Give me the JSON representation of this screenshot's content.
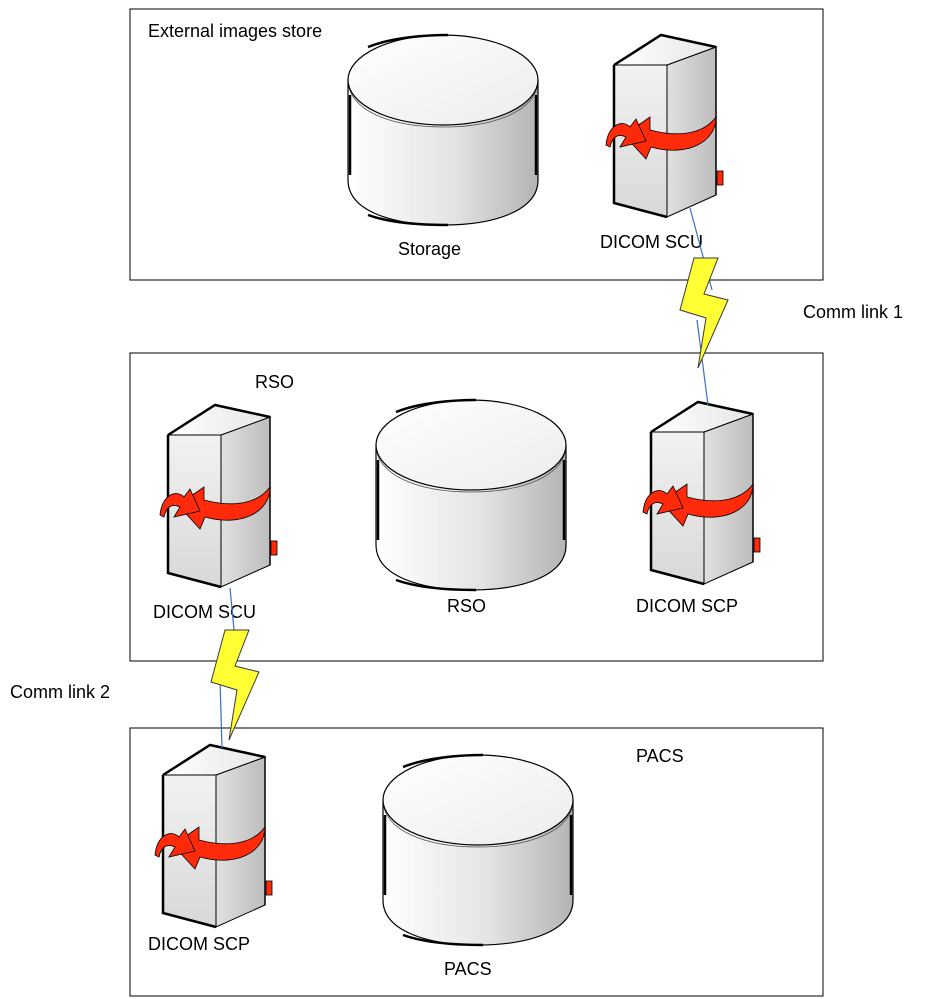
{
  "panels": {
    "external": {
      "title": "External images store",
      "storage_label": "Storage",
      "server_label": "DICOM SCU"
    },
    "rso": {
      "title": "RSO",
      "left_server_label": "DICOM SCU",
      "storage_label": "RSO",
      "right_server_label": "DICOM SCP"
    },
    "pacs": {
      "title": "PACS",
      "server_label": "DICOM SCP",
      "storage_label": "PACS"
    }
  },
  "links": {
    "link1": "Comm link  1",
    "link2": "Comm link  2"
  },
  "colors": {
    "border": "#000000",
    "cylinder_light": "#ffffff",
    "cylinder_dark": "#c8c8c8",
    "arrow": "#ff2a0a",
    "lightning": "#ffff33"
  },
  "icons": {
    "storage": "database-cylinder-icon",
    "server": "server-tower-icon",
    "link": "lightning-bolt-icon"
  }
}
